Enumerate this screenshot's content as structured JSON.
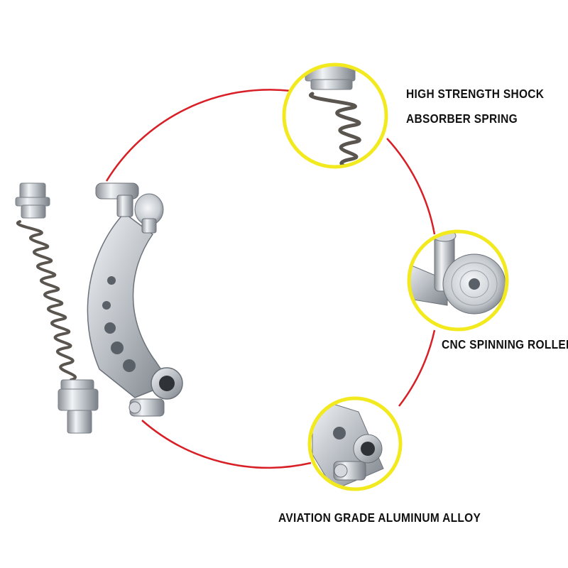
{
  "callouts": [
    {
      "id": "spring",
      "lines": [
        "HIGH STRENGTH SHOCK",
        "ABSORBER SPRING"
      ]
    },
    {
      "id": "roller",
      "lines": [
        "CNC SPINNING ROLLER"
      ]
    },
    {
      "id": "alloy",
      "lines": [
        "AVIATION GRADE ALUMINUM ALLOY"
      ]
    }
  ],
  "colors": {
    "ring": "#d81f26",
    "callout_border": "#f2ea1e",
    "text": "#111111",
    "metal_light": "#e9ecef",
    "metal_mid": "#b4b9bf",
    "metal_dark": "#6c7279",
    "spring_wire": "#5b5550"
  }
}
